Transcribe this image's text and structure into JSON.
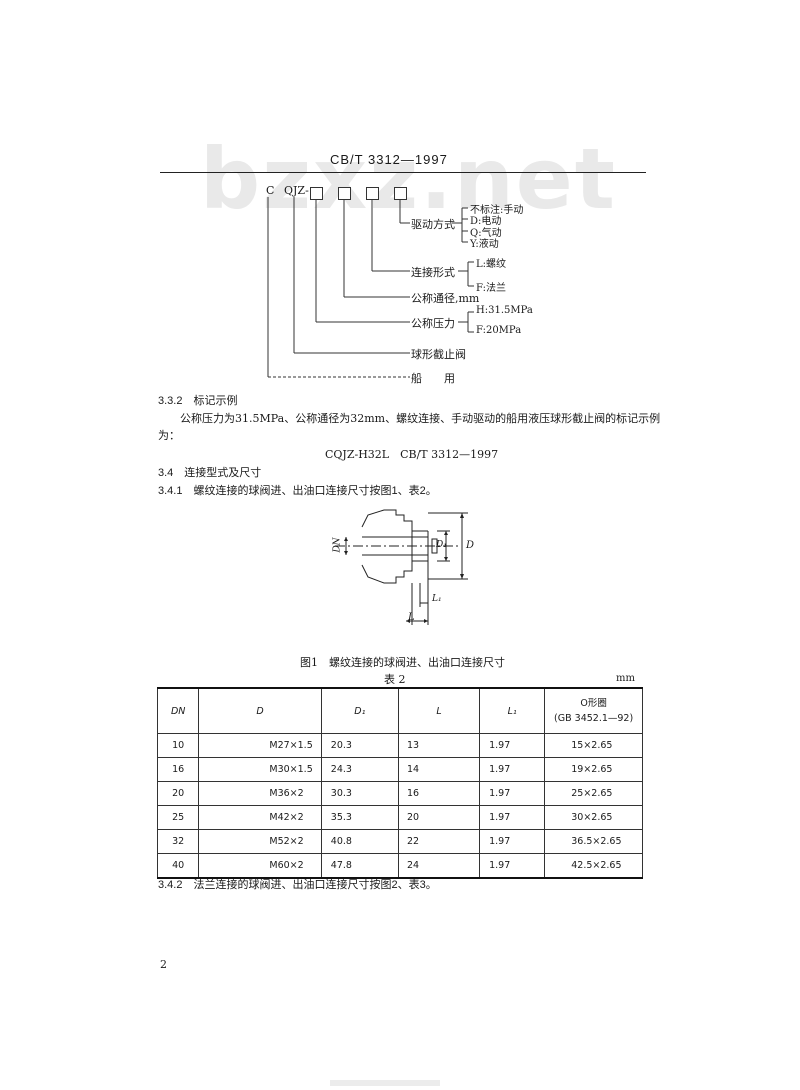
{
  "watermark": "bzxz.net",
  "header": {
    "title": "CB/T 3312—1997"
  },
  "code": {
    "prefix": "C",
    "base": "QJZ-",
    "drive": {
      "label": "驱动方式",
      "options": [
        "不标注:手动",
        "D:电动",
        "Q:气动",
        "Y:液动"
      ]
    },
    "connection": {
      "label": "连接形式",
      "options": [
        "L:螺纹",
        "F:法兰"
      ]
    },
    "diameter": {
      "label": "公称通径,mm"
    },
    "pressure": {
      "label": "公称压力",
      "options": [
        "H:31.5MPa",
        "F:20MPa"
      ]
    },
    "valve": {
      "label": "球形截止阀"
    },
    "ship": {
      "label": "船　　用"
    }
  },
  "sections": {
    "s332": {
      "title": "3.3.2　标记示例"
    },
    "s332_text_1": "公称压力为31.5MPa、公称通径为32mm、螺纹连接、手动驱动的船用液压球形截止阀的标记示例",
    "s332_text_2": "为：",
    "marking_example": "CQJZ-H32L　CB/T 3312—1997",
    "s34": {
      "title": "3.4　连接型式及尺寸"
    },
    "s341": {
      "title": "3.4.1　螺纹连接的球阀进、出油口连接尺寸按图1、表2。"
    },
    "s342": {
      "title": "3.4.2　法兰连接的球阀进、出油口连接尺寸按图2、表3。"
    }
  },
  "figure1": {
    "caption": "图1　螺纹连接的球阀进、出油口连接尺寸",
    "labels": {
      "dn": "DN",
      "d": "D",
      "d1": "D₁",
      "l": "L",
      "l1": "L₁"
    }
  },
  "table2": {
    "title": "表 2",
    "unit": "mm",
    "headers": [
      "DN",
      "D",
      "D₁",
      "L",
      "L₁",
      "O形圈",
      "(GB 3452.1—92)"
    ],
    "rows": [
      [
        "10",
        "M27×1.5",
        "20.3",
        "13",
        "1.97",
        "15×2.65"
      ],
      [
        "16",
        "M30×1.5",
        "24.3",
        "14",
        "1.97",
        "19×2.65"
      ],
      [
        "20",
        "M36×2",
        "30.3",
        "16",
        "1.97",
        "25×2.65"
      ],
      [
        "25",
        "M42×2",
        "35.3",
        "20",
        "1.97",
        "30×2.65"
      ],
      [
        "32",
        "M52×2",
        "40.8",
        "22",
        "1.97",
        "36.5×2.65"
      ],
      [
        "40",
        "M60×2",
        "47.8",
        "24",
        "1.97",
        "42.5×2.65"
      ]
    ]
  },
  "page_number": "2"
}
